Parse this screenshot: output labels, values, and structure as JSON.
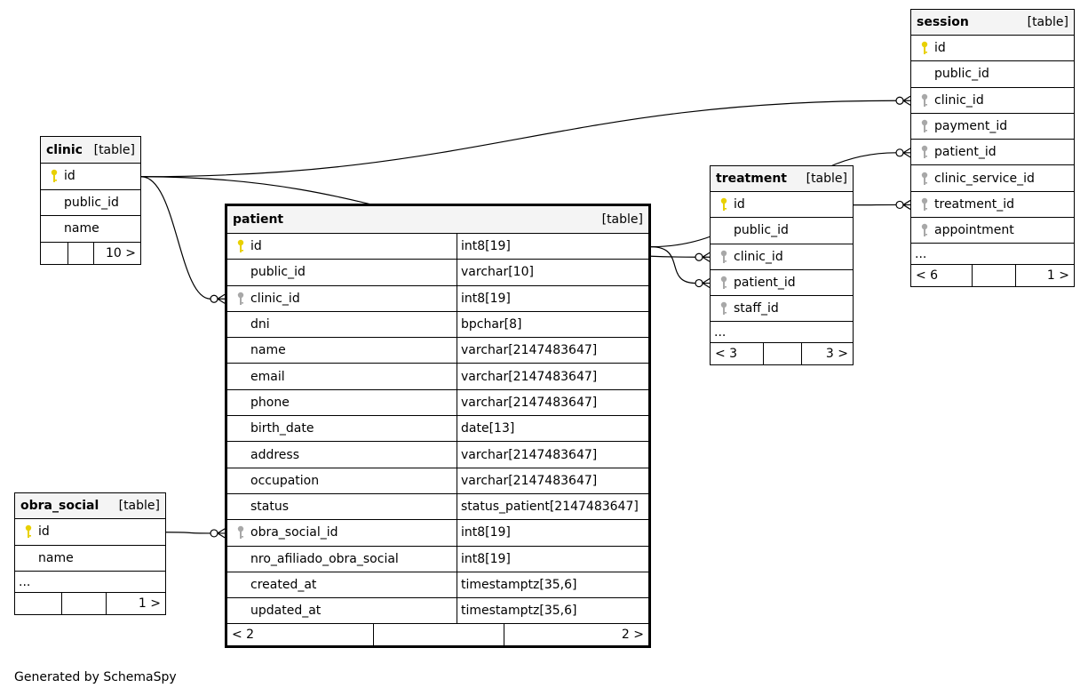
{
  "colors": {
    "primary_key": "#e8d000",
    "foreign_key": "#a8a8a8",
    "header_bg": "#f4f4f4"
  },
  "tables": {
    "clinic": {
      "name": "clinic",
      "kind": "[table]",
      "columns": [
        {
          "name": "id",
          "key": "primary"
        },
        {
          "name": "public_id",
          "key": "none"
        },
        {
          "name": "name",
          "key": "none"
        }
      ],
      "footer": [
        "",
        "",
        "10 >"
      ]
    },
    "patient": {
      "name": "patient",
      "kind": "[table]",
      "columns": [
        {
          "name": "id",
          "type": "int8[19]",
          "key": "primary"
        },
        {
          "name": "public_id",
          "type": "varchar[10]",
          "key": "none"
        },
        {
          "name": "clinic_id",
          "type": "int8[19]",
          "key": "foreign"
        },
        {
          "name": "dni",
          "type": "bpchar[8]",
          "key": "none"
        },
        {
          "name": "name",
          "type": "varchar[2147483647]",
          "key": "none"
        },
        {
          "name": "email",
          "type": "varchar[2147483647]",
          "key": "none"
        },
        {
          "name": "phone",
          "type": "varchar[2147483647]",
          "key": "none"
        },
        {
          "name": "birth_date",
          "type": "date[13]",
          "key": "none"
        },
        {
          "name": "address",
          "type": "varchar[2147483647]",
          "key": "none"
        },
        {
          "name": "occupation",
          "type": "varchar[2147483647]",
          "key": "none"
        },
        {
          "name": "status",
          "type": "status_patient[2147483647]",
          "key": "none"
        },
        {
          "name": "obra_social_id",
          "type": "int8[19]",
          "key": "foreign"
        },
        {
          "name": "nro_afiliado_obra_social",
          "type": "int8[19]",
          "key": "none"
        },
        {
          "name": "created_at",
          "type": "timestamptz[35,6]",
          "key": "none"
        },
        {
          "name": "updated_at",
          "type": "timestamptz[35,6]",
          "key": "none"
        }
      ],
      "footer": [
        "< 2",
        "",
        "2 >"
      ]
    },
    "obra_social": {
      "name": "obra_social",
      "kind": "[table]",
      "columns": [
        {
          "name": "id",
          "key": "primary"
        },
        {
          "name": "name",
          "key": "none"
        }
      ],
      "more": "...",
      "footer": [
        "",
        "",
        "1 >"
      ]
    },
    "treatment": {
      "name": "treatment",
      "kind": "[table]",
      "columns": [
        {
          "name": "id",
          "key": "primary"
        },
        {
          "name": "public_id",
          "key": "none"
        },
        {
          "name": "clinic_id",
          "key": "foreign"
        },
        {
          "name": "patient_id",
          "key": "foreign"
        },
        {
          "name": "staff_id",
          "key": "foreign"
        }
      ],
      "more": "...",
      "footer": [
        "< 3",
        "",
        "3 >"
      ]
    },
    "session": {
      "name": "session",
      "kind": "[table]",
      "columns": [
        {
          "name": "id",
          "key": "primary"
        },
        {
          "name": "public_id",
          "key": "none"
        },
        {
          "name": "clinic_id",
          "key": "foreign"
        },
        {
          "name": "payment_id",
          "key": "foreign"
        },
        {
          "name": "patient_id",
          "key": "foreign"
        },
        {
          "name": "clinic_service_id",
          "key": "foreign"
        },
        {
          "name": "treatment_id",
          "key": "foreign"
        },
        {
          "name": "appointment",
          "key": "foreign"
        }
      ],
      "more": "...",
      "footer": [
        "< 6",
        "",
        "1 >"
      ]
    }
  },
  "relationships": [
    {
      "from": "clinic.id",
      "to": "patient.clinic_id"
    },
    {
      "from": "clinic.id",
      "to": "session.clinic_id"
    },
    {
      "from": "clinic.id",
      "to": "treatment.clinic_id"
    },
    {
      "from": "patient.id",
      "to": "session.patient_id"
    },
    {
      "from": "patient.id",
      "to": "treatment.patient_id"
    },
    {
      "from": "treatment.id",
      "to": "session.treatment_id"
    },
    {
      "from": "obra_social.id",
      "to": "patient.obra_social_id"
    }
  ],
  "credit": "Generated by SchemaSpy"
}
